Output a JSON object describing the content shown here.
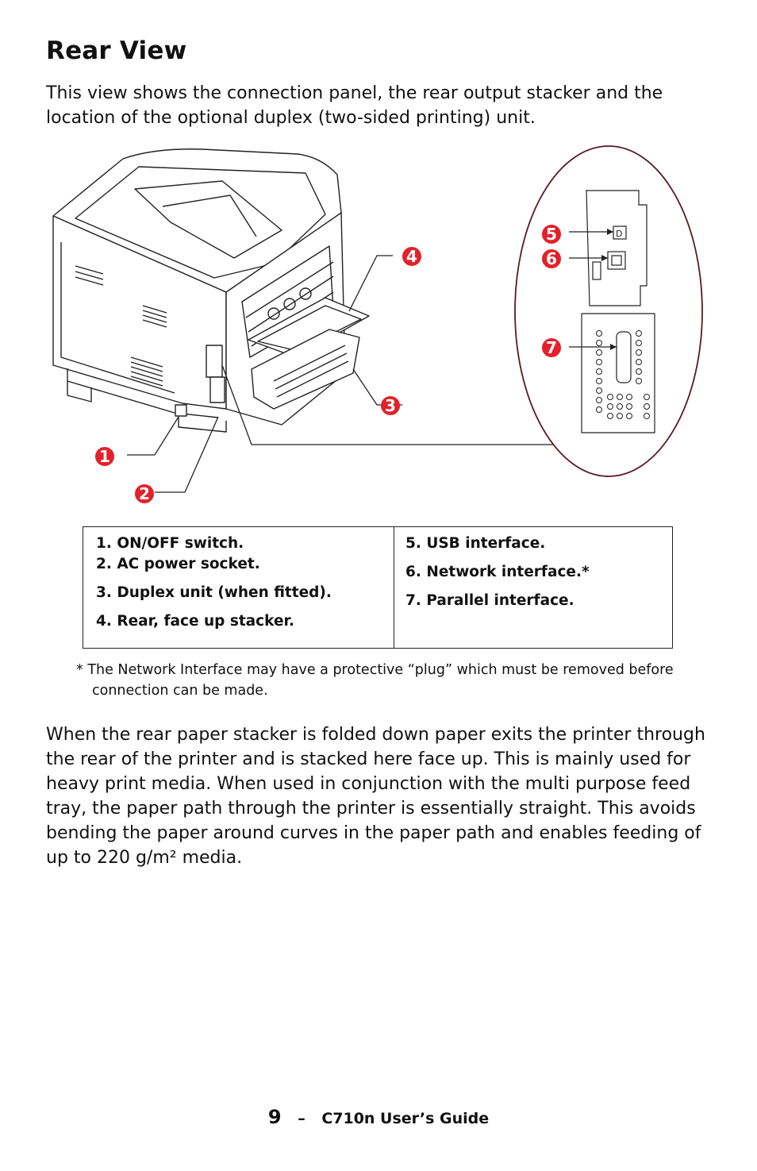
{
  "page": {
    "title": "Rear View",
    "intro": "This view shows the connection panel, the rear output stacker and the location of the optional duplex (two-sided printing) unit.",
    "callouts": [
      "1",
      "2",
      "3",
      "4",
      "5",
      "6",
      "7"
    ],
    "legend": {
      "left": [
        "1. ON/OFF switch.",
        "2. AC power socket.",
        "3. Duplex unit (when fitted).",
        "4. Rear, face up stacker."
      ],
      "right": [
        "5. USB interface.",
        "6. Network interface.*",
        "7. Parallel interface."
      ]
    },
    "footnote": "* The Network Interface may have a protective “plug” which must be removed before connection can be made.",
    "body": "When the rear paper stacker is folded down paper exits the printer through the rear of the printer and is stacked here face up. This is mainly used for heavy print media. When used in conjunction with the multi purpose feed tray, the paper path through the printer is essentially straight. This avoids bending the paper around curves in the paper path and enables feeding of up to 220 g/m² media."
  },
  "footer": {
    "page_number": "9",
    "separator": "–",
    "guide_title": "C710n User’s Guide"
  },
  "colors": {
    "callout_red": "#e3212b",
    "line": "#222222"
  }
}
